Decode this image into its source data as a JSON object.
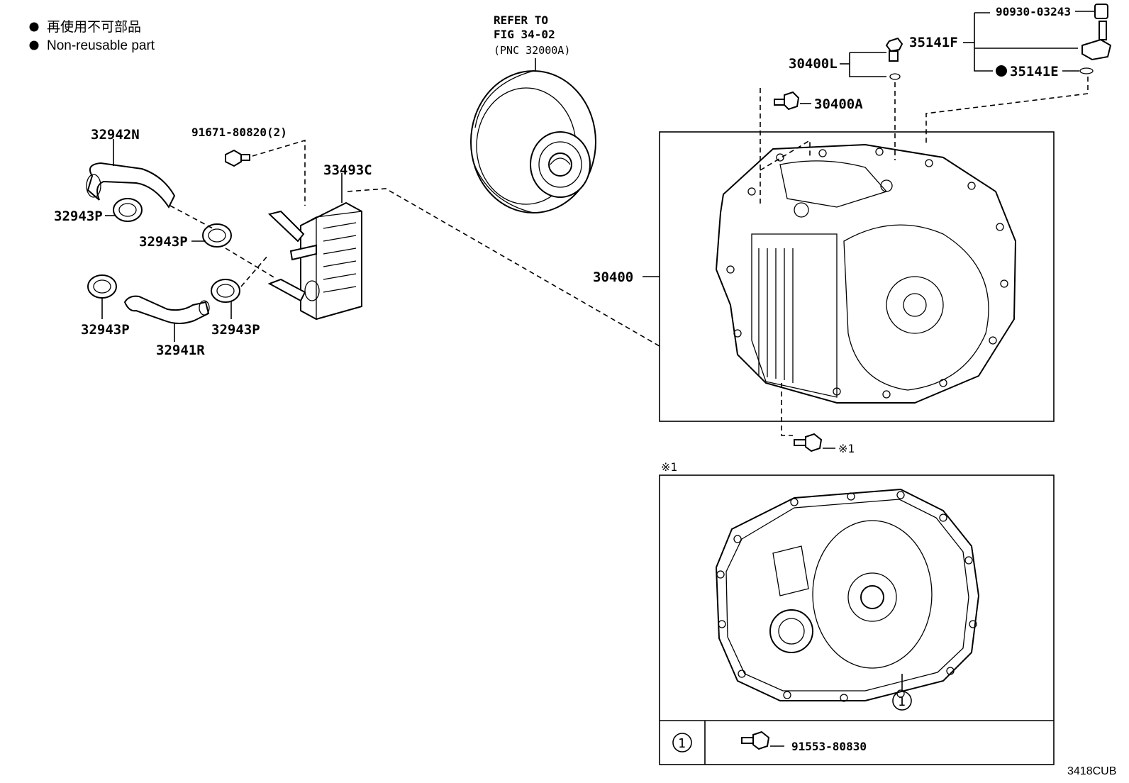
{
  "legend": {
    "line1": "再使用不可部品",
    "line2": "Non-reusable part"
  },
  "refer": {
    "line1": "REFER TO",
    "line2": "FIG 34-02",
    "line3": "(PNC 32000A)"
  },
  "parts": {
    "hose_upper": "32942N",
    "hose_lower": "32941R",
    "clamp_a": "32943P",
    "clamp_b": "32943P",
    "clamp_c": "32943P",
    "clamp_d": "32943P",
    "bolt_cooler": "91671-80820(2)",
    "oil_cooler": "33493C",
    "transaxle": "30400",
    "bolt_top": "30400A",
    "plug": "30400L",
    "sensor": "35141F",
    "sensor_plug": "90930-03243",
    "oring": "35141E",
    "bolt_bottom_note": "※1",
    "bolt_table": "91553-80830"
  },
  "inset": {
    "label": "※1",
    "callout": "1"
  },
  "table": {
    "callout": "1"
  },
  "footer": {
    "code": "3418CUB"
  },
  "colors": {
    "ink": "#000000",
    "paper": "#ffffff"
  }
}
